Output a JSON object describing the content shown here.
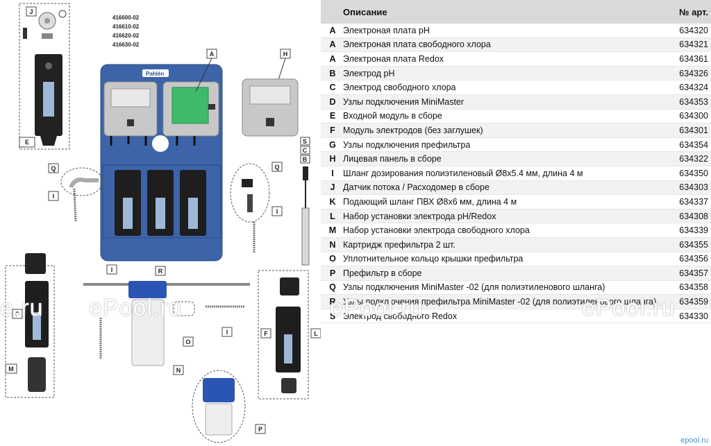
{
  "product_codes": [
    "416600-02",
    "416610-02",
    "416620-02",
    "416630-02"
  ],
  "brand": "Pahlén",
  "callout_letters": {
    "J": "J",
    "E": "E",
    "A": "A",
    "H": "H",
    "S": "S",
    "C": "C",
    "B": "B",
    "Q_left": "Q",
    "Q_right": "Q",
    "I_left": "I",
    "I_right": "I",
    "F_left": "F",
    "F_right": "F",
    "L": "L",
    "M": "M",
    "I_mid": "I",
    "R": "R",
    "O": "O",
    "I_bottom": "I",
    "N": "N",
    "P": "P"
  },
  "table": {
    "header_desc": "Описание",
    "header_art": "№ арт.",
    "rows": [
      {
        "letter": "A",
        "desc": "Электроная плата pH",
        "art": "634320"
      },
      {
        "letter": "A",
        "desc": "Электроная плата свободного хлора",
        "art": "634321"
      },
      {
        "letter": "A",
        "desc": "Электроная плата Redox",
        "art": "634361"
      },
      {
        "letter": "B",
        "desc": "Электрод pH",
        "art": "634326"
      },
      {
        "letter": "C",
        "desc": "Электрод свободного хлора",
        "art": "634324"
      },
      {
        "letter": "D",
        "desc": "Узлы подключения MiniMaster",
        "art": "634353"
      },
      {
        "letter": "E",
        "desc": "Входной модуль в сборе",
        "art": "634300"
      },
      {
        "letter": "F",
        "desc": "Модуль электродов (без заглушек)",
        "art": "634301"
      },
      {
        "letter": "G",
        "desc": "Узлы подключения префильтра",
        "art": "634354"
      },
      {
        "letter": "H",
        "desc": "Лицевая панель в сборе",
        "art": "634322"
      },
      {
        "letter": "I",
        "desc": "Шланг дозирования полиэтиленовый Ø8x5.4 мм, длина 4 м",
        "art": "634350"
      },
      {
        "letter": "J",
        "desc": "Датчик потока / Расходомер в сборе",
        "art": "634303"
      },
      {
        "letter": "K",
        "desc": "Подающий шланг ПВХ Ø8x6 мм, длина 4 м",
        "art": "634337"
      },
      {
        "letter": "L",
        "desc": "Набор установки электрода pH/Redox",
        "art": "634308"
      },
      {
        "letter": "M",
        "desc": "Набор установки электрода свободного хлора",
        "art": "634339"
      },
      {
        "letter": "N",
        "desc": "Картридж префильтра 2 шт.",
        "art": "634355"
      },
      {
        "letter": "O",
        "desc": "Уплотнительное кольцо крышки префильтра",
        "art": "634356"
      },
      {
        "letter": "P",
        "desc": "Префильтр в сборе",
        "art": "634357"
      },
      {
        "letter": "Q",
        "desc": "Узлы подключения MiniMaster -02 (для полиэтиленового шланга)",
        "art": "634358"
      },
      {
        "letter": "R",
        "desc": "Узлы подключения префильтра MiniMaster -02 (для полиэтиленового шланга)",
        "art": "634359"
      },
      {
        "letter": "S",
        "desc": "Электрод свободного Redox",
        "art": "634330"
      }
    ]
  },
  "watermarks": [
    "e.ru",
    "ePool.ru",
    "ePool.ru",
    "ePool.ru"
  ],
  "corner_mark": "epool.ru",
  "colors": {
    "panel_blue": "#3d64a8",
    "board_green": "#3dbb6a",
    "header_gray": "#d9d9d9"
  }
}
